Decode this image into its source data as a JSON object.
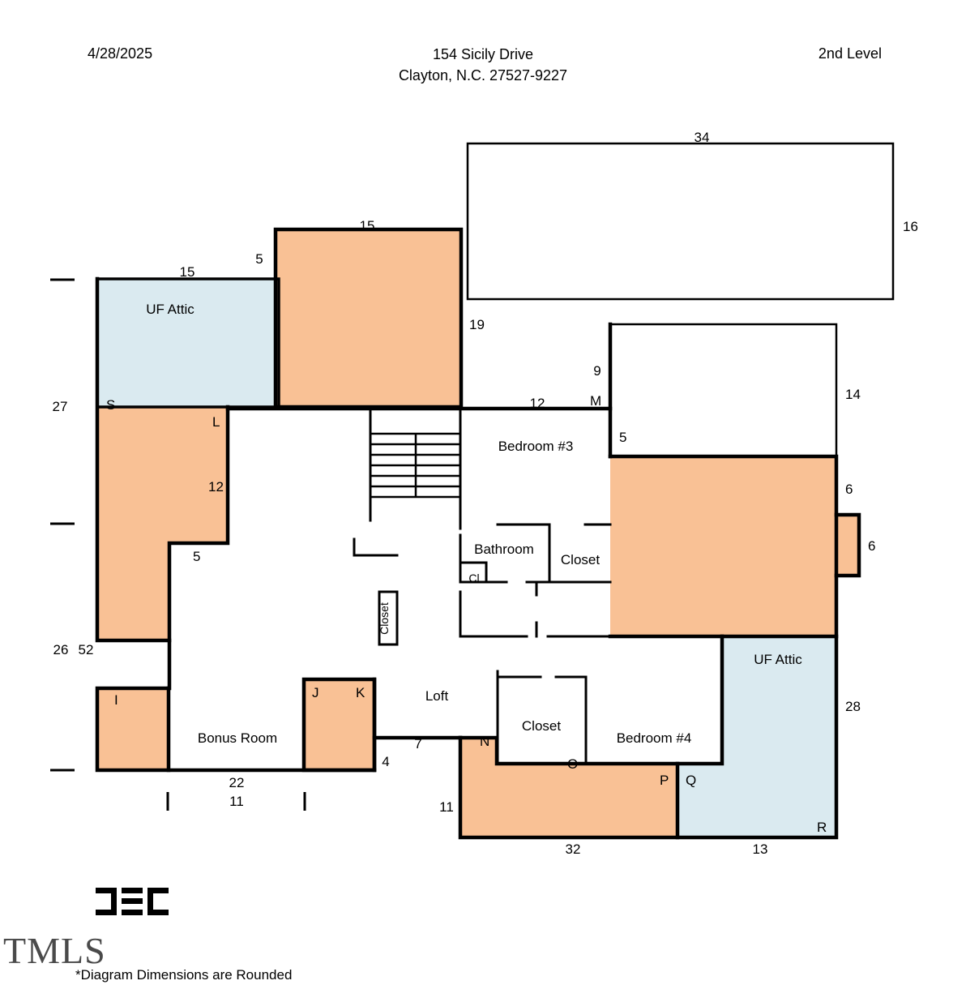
{
  "header": {
    "date": "4/28/2025",
    "address_line1": "154 Sicily Drive",
    "address_line2": "Clayton, N.C. 27527-9227",
    "level": "2nd Level"
  },
  "footer": {
    "logo_alt": "CEC logo",
    "watermark": "TMLS",
    "note": "*Diagram Dimensions are Rounded"
  },
  "plan": {
    "rooms": [
      {
        "id": "uf-attic-top",
        "label": "UF Attic",
        "fill": "#daeaf0"
      },
      {
        "id": "uf-attic-bottom",
        "label": "UF Attic",
        "fill": "#daeaf0"
      },
      {
        "id": "bedroom-3",
        "label": "Bedroom #3",
        "fill": "#ffffff"
      },
      {
        "id": "bedroom-4",
        "label": "Bedroom #4",
        "fill": "#ffffff"
      },
      {
        "id": "bonus-room",
        "label": "Bonus Room",
        "fill": "#ffffff"
      },
      {
        "id": "loft",
        "label": "Loft",
        "fill": "#ffffff"
      },
      {
        "id": "bathroom",
        "label": "Bathroom",
        "fill": "#ffffff"
      },
      {
        "id": "closet-bath",
        "label": "Closet",
        "fill": "#ffffff"
      },
      {
        "id": "closet-small",
        "label": "Cl",
        "fill": "#ffffff"
      },
      {
        "id": "closet-loft",
        "label": "Closet",
        "fill": "#ffffff"
      },
      {
        "id": "closet-bedroom4",
        "label": "Closet",
        "fill": "#ffffff"
      }
    ],
    "corner_labels": [
      "S",
      "L",
      "I",
      "J",
      "K",
      "M",
      "N",
      "O",
      "P",
      "Q",
      "R"
    ],
    "dimensions": {
      "top_right_width": "34",
      "top_right_height": "16",
      "orange_top_width": "15",
      "orange_top_offset": "5",
      "attic_top_width": "15",
      "left_27": "27",
      "left_26": "26",
      "left_52": "52",
      "orange_19": "19",
      "l_block_12": "12",
      "l_block_5": "5",
      "bedroom3_12": "12",
      "bedroom3_5": "5",
      "right_9": "9",
      "right_14": "14",
      "right_6a": "6",
      "right_6b": "6",
      "right_28": "28",
      "bottom_22": "22",
      "bottom_11": "11",
      "loft_7": "7",
      "loft_4": "4",
      "bottom_11b": "11",
      "bottom_32": "32",
      "bottom_13": "13"
    },
    "colors": {
      "orange": "#f9c195",
      "light_blue": "#daeaf0",
      "wall": "#000000",
      "interior_wall": "#000000",
      "background": "#ffffff"
    }
  }
}
